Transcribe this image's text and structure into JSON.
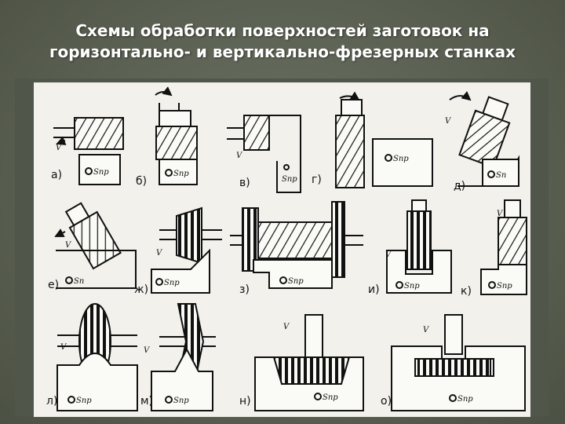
{
  "title": {
    "line1": "Схемы обработки поверхностей заготовок на",
    "line2": "горизонтально-  и вертикально-фрезерных станках"
  },
  "labels": [
    "а)",
    "б)",
    "в)",
    "г)",
    "д)",
    "е)",
    "ж)",
    "з)",
    "и)",
    "к)",
    "л)",
    "м)",
    "н)",
    "о)"
  ],
  "feed_labels": [
    "Sпр",
    "Sпр",
    "Sпр",
    "Sпр",
    "Sп",
    "Sп",
    "Sпр",
    "Sпр",
    "Sпр",
    "Sпр",
    "Sпр",
    "Sпр",
    "Sпр",
    "Sпр"
  ],
  "speed_symbol": "V",
  "colors": {
    "background": "#656c5b",
    "panel": "#f2f1ec",
    "ink": "#111111",
    "title": "#ffffff"
  }
}
